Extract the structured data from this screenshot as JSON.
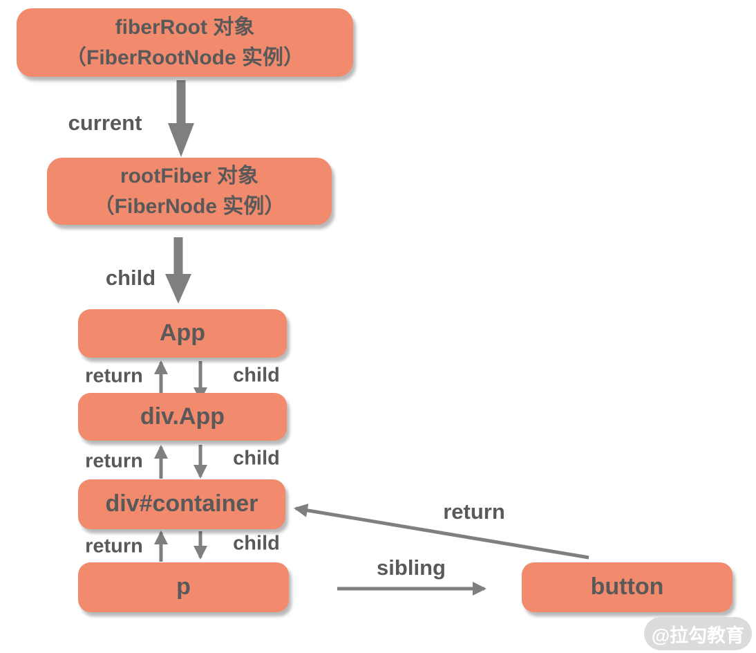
{
  "nodes": {
    "fiberRoot": {
      "line1": "fiberRoot 对象",
      "line2": "（FiberRootNode 实例）"
    },
    "rootFiber": {
      "line1": "rootFiber 对象",
      "line2": "（FiberNode 实例）"
    },
    "app": {
      "label": "App"
    },
    "divApp": {
      "label": "div.App"
    },
    "divContainer": {
      "label": "div#container"
    },
    "p": {
      "label": "p"
    },
    "button": {
      "label": "button"
    }
  },
  "edges": {
    "current": "current",
    "childRoot": "child",
    "return1": "return",
    "child1": "child",
    "return2": "return",
    "child2": "child",
    "return3": "return",
    "child3": "child",
    "sibling": "sibling",
    "returnButton": "return"
  },
  "watermark": "@拉勾教育",
  "colors": {
    "nodeFill": "#F28B6E",
    "nodeText": "#595959",
    "arrow": "#7F7F7F",
    "labelText": "#595959",
    "watermarkBg": "#DBDBDB",
    "watermarkText": "#FFFFFF",
    "pageBg": "#FFFFFF"
  }
}
